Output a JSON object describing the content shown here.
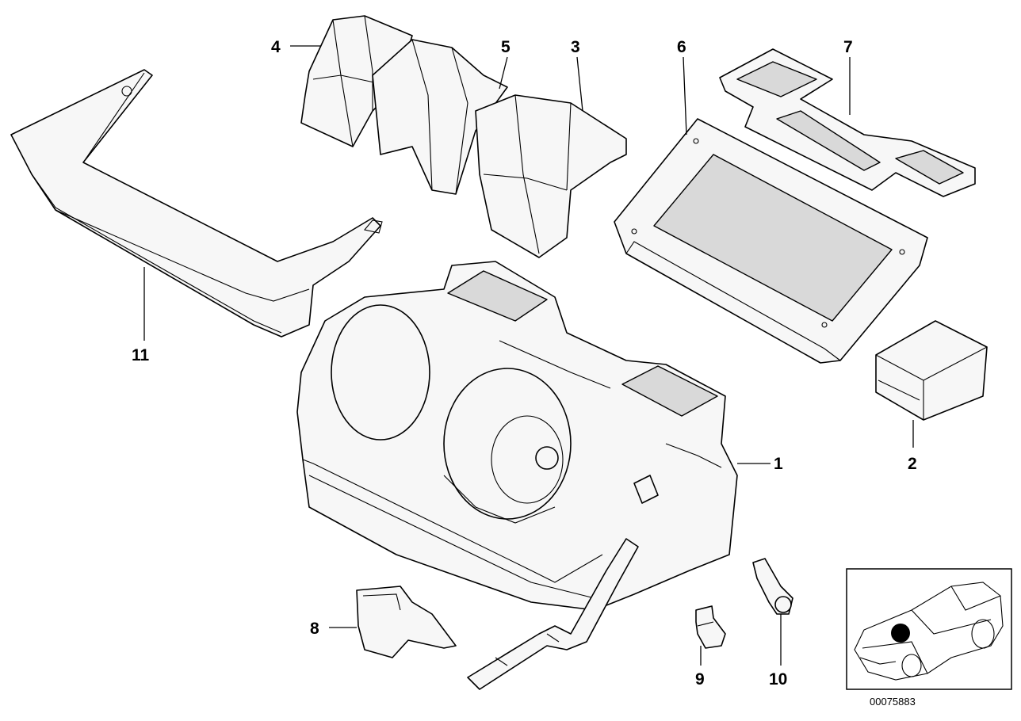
{
  "callouts": {
    "c1": "1",
    "c2": "2",
    "c3": "3",
    "c4": "4",
    "c5": "5",
    "c6": "6",
    "c7": "7",
    "c8": "8",
    "c9": "9",
    "c10": "10",
    "c11": "11"
  },
  "reference_number": "00075883",
  "icons": {
    "inset": "car-location-icon"
  }
}
